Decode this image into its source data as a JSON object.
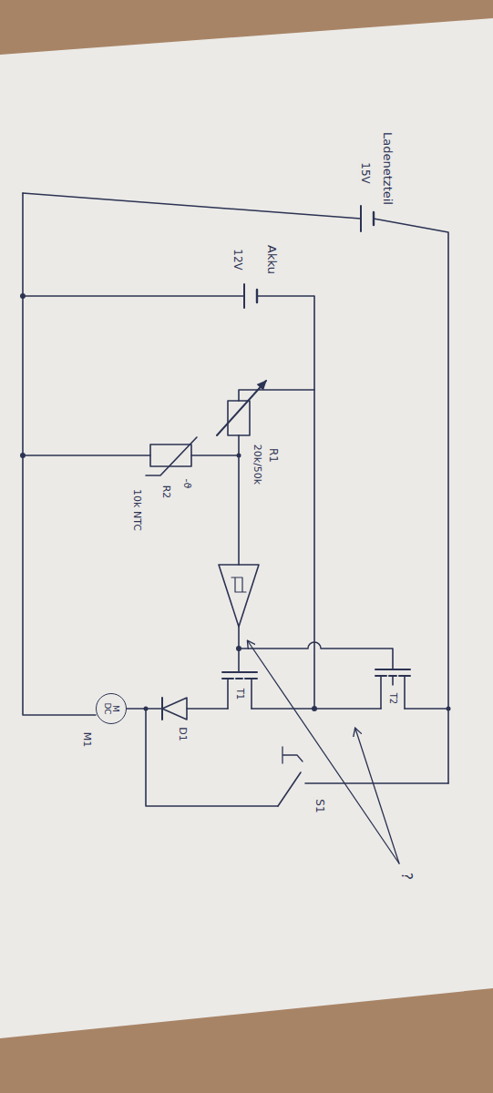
{
  "diagram": {
    "nodes": [
      {
        "text": [
          "M DC"
        ]
      }
    ],
    "labels": [
      "Ladenetzteil",
      "15V",
      "Akku",
      "12V",
      "R1",
      "20k/50k",
      "R2",
      "-ϑ",
      "10k NTC",
      "T1",
      "T2",
      "D1",
      "M1",
      "S1",
      "?"
    ]
  }
}
